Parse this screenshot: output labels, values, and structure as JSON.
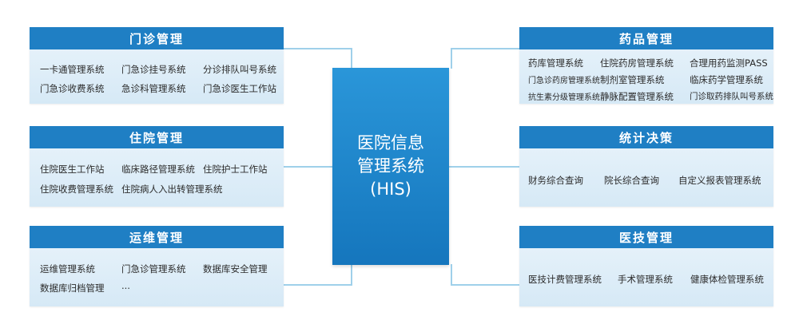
{
  "center": {
    "line1": "医院信息",
    "line2": "管理系统",
    "line3": "(HIS)"
  },
  "left_modules": [
    {
      "title": "门诊管理",
      "items": [
        "一卡通管理系统",
        "门急诊挂号系统",
        "分诊排队叫号系统",
        "门急诊收费系统",
        "急诊科管理系统",
        "门急诊医生工作站"
      ]
    },
    {
      "title": "住院管理",
      "items": [
        "住院医生工作站",
        "临床路径管理系统",
        "住院护士工作站",
        "住院收费管理系统",
        "住院病人入出转管理系统"
      ]
    },
    {
      "title": "运维管理",
      "items": [
        "运维管理系统",
        "门急诊管理系统",
        "数据库安全管理",
        "数据库归档管理",
        "..."
      ]
    }
  ],
  "right_modules": [
    {
      "title": "药品管理",
      "items": [
        "药库管理系统",
        "住院药房管理系统",
        "合理用药监测PASS",
        "门急诊药房管理系统",
        "制剂室管理系统",
        "临床药学管理系统",
        "抗生素分级管理系统",
        "静脉配置管理系统",
        "门诊取药排队叫号系统"
      ]
    },
    {
      "title": "统计决策",
      "items": [
        "财务综合查询",
        "院长综合查询",
        "自定义报表管理系统"
      ]
    },
    {
      "title": "医技管理",
      "items": [
        "医技计费管理系统",
        "手术管理系统",
        "健康体检管理系统"
      ]
    }
  ]
}
